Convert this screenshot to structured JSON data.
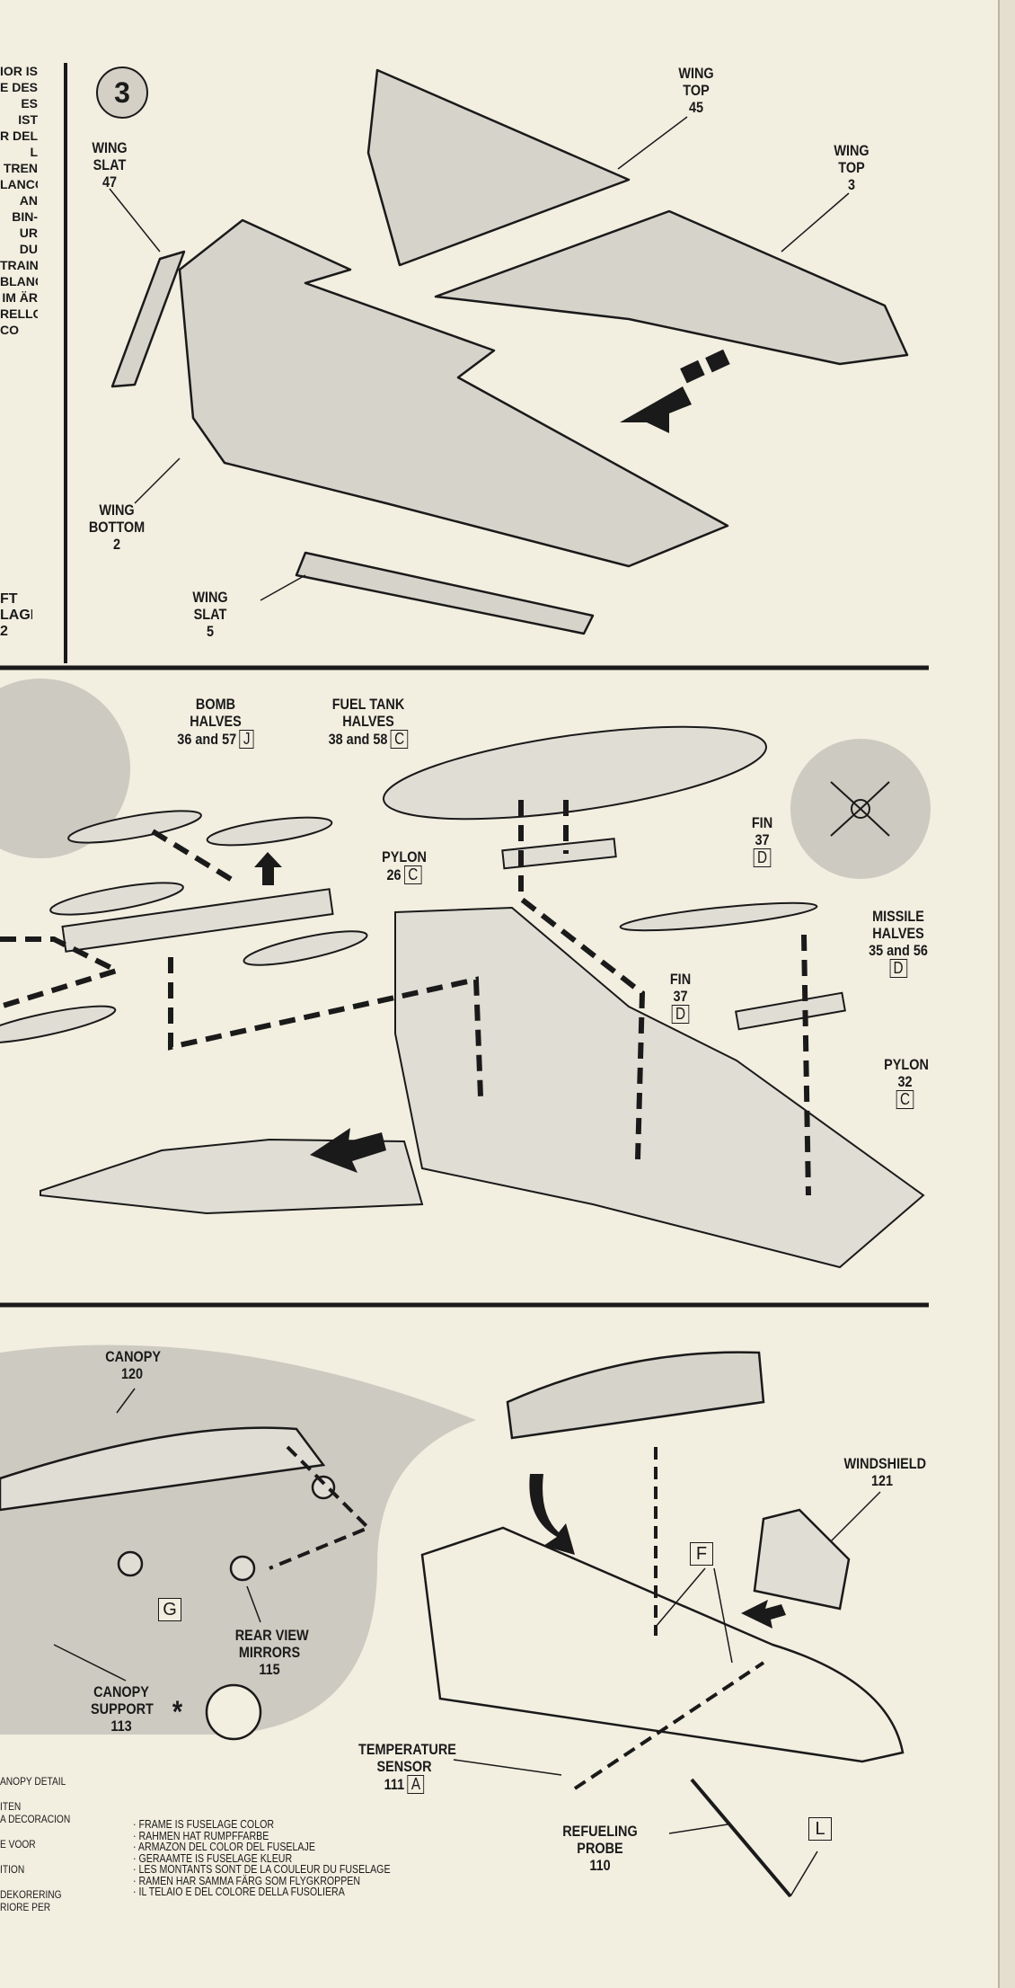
{
  "step_number": "3",
  "left_edge_text": [
    "IOR IS",
    "E DES",
    "ES IST",
    "R DEL",
    "L TREN",
    "LANCO",
    "AN BIN-",
    "UR DU",
    "TRAIN",
    "BLANC",
    "IM ÄR",
    "RELLO",
    "CO"
  ],
  "left_edge_label": [
    "FT",
    "LAGE",
    "2"
  ],
  "panel1": {
    "wing_top_45": [
      "WING",
      "TOP",
      "45"
    ],
    "wing_top_3": [
      "WING",
      "TOP",
      "3"
    ],
    "wing_slat_47": [
      "WING",
      "SLAT",
      "47"
    ],
    "wing_bottom_2": [
      "WING",
      "BOTTOM",
      "2"
    ],
    "wing_slat_5": [
      "WING",
      "SLAT",
      "5"
    ]
  },
  "panel2": {
    "bomb_halves": {
      "lines": [
        "BOMB",
        "HALVES"
      ],
      "parts": "36 and 57",
      "code": "J"
    },
    "fuel_tank_halves": {
      "lines": [
        "FUEL TANK",
        "HALVES"
      ],
      "parts": "38 and 58",
      "code": "C"
    },
    "pylon_26": {
      "name": "PYLON",
      "parts": "26",
      "code": "C"
    },
    "fin_37_top": {
      "name": "FIN",
      "parts": "37",
      "code": "D"
    },
    "missile_halves": {
      "lines": [
        "MISSILE",
        "HALVES"
      ],
      "parts": "35 and 56",
      "code": "D"
    },
    "fin_37_bottom": {
      "name": "FIN",
      "parts": "37",
      "code": "D"
    },
    "pylon_32": {
      "name": "PYLON",
      "parts": "32",
      "code": "C"
    }
  },
  "panel3": {
    "canopy": [
      "CANOPY",
      "120"
    ],
    "windshield": [
      "WINDSHIELD",
      "121"
    ],
    "rear_view_mirrors": [
      "REAR VIEW",
      "MIRRORS",
      "115"
    ],
    "canopy_support": [
      "CANOPY",
      "SUPPORT",
      "113"
    ],
    "temperature_sensor": {
      "lines": [
        "TEMPERATURE",
        "SENSOR"
      ],
      "parts": "111",
      "code": "A"
    },
    "refueling_probe": [
      "REFUELING",
      "PROBE",
      "110"
    ],
    "code_f": "F",
    "code_g": "G",
    "code_l": "L",
    "asterisk": "*"
  },
  "left_edge_notes": [
    "ANOPY DETAIL",
    "",
    "ITEN",
    "A DECORACION",
    "",
    "E VOOR",
    "",
    "ITION",
    "",
    "DEKORERING",
    "RIORE PER"
  ],
  "notes": [
    "· FRAME IS FUSELAGE COLOR",
    "· RAHMEN HAT RUMPFFARBE",
    "· ARMAZON DEL COLOR DEL FUSELAJE",
    "· GERAAMTE IS FUSELAGE KLEUR",
    "· LES MONTANTS SONT DE LA COULEUR DU FUSELAGE",
    "· RAMEN HAR SAMMA FÄRG SOM FLYGKROPPEN",
    "· IL TELAIO E DEL COLORE DELLA FUSOLIERA"
  ]
}
